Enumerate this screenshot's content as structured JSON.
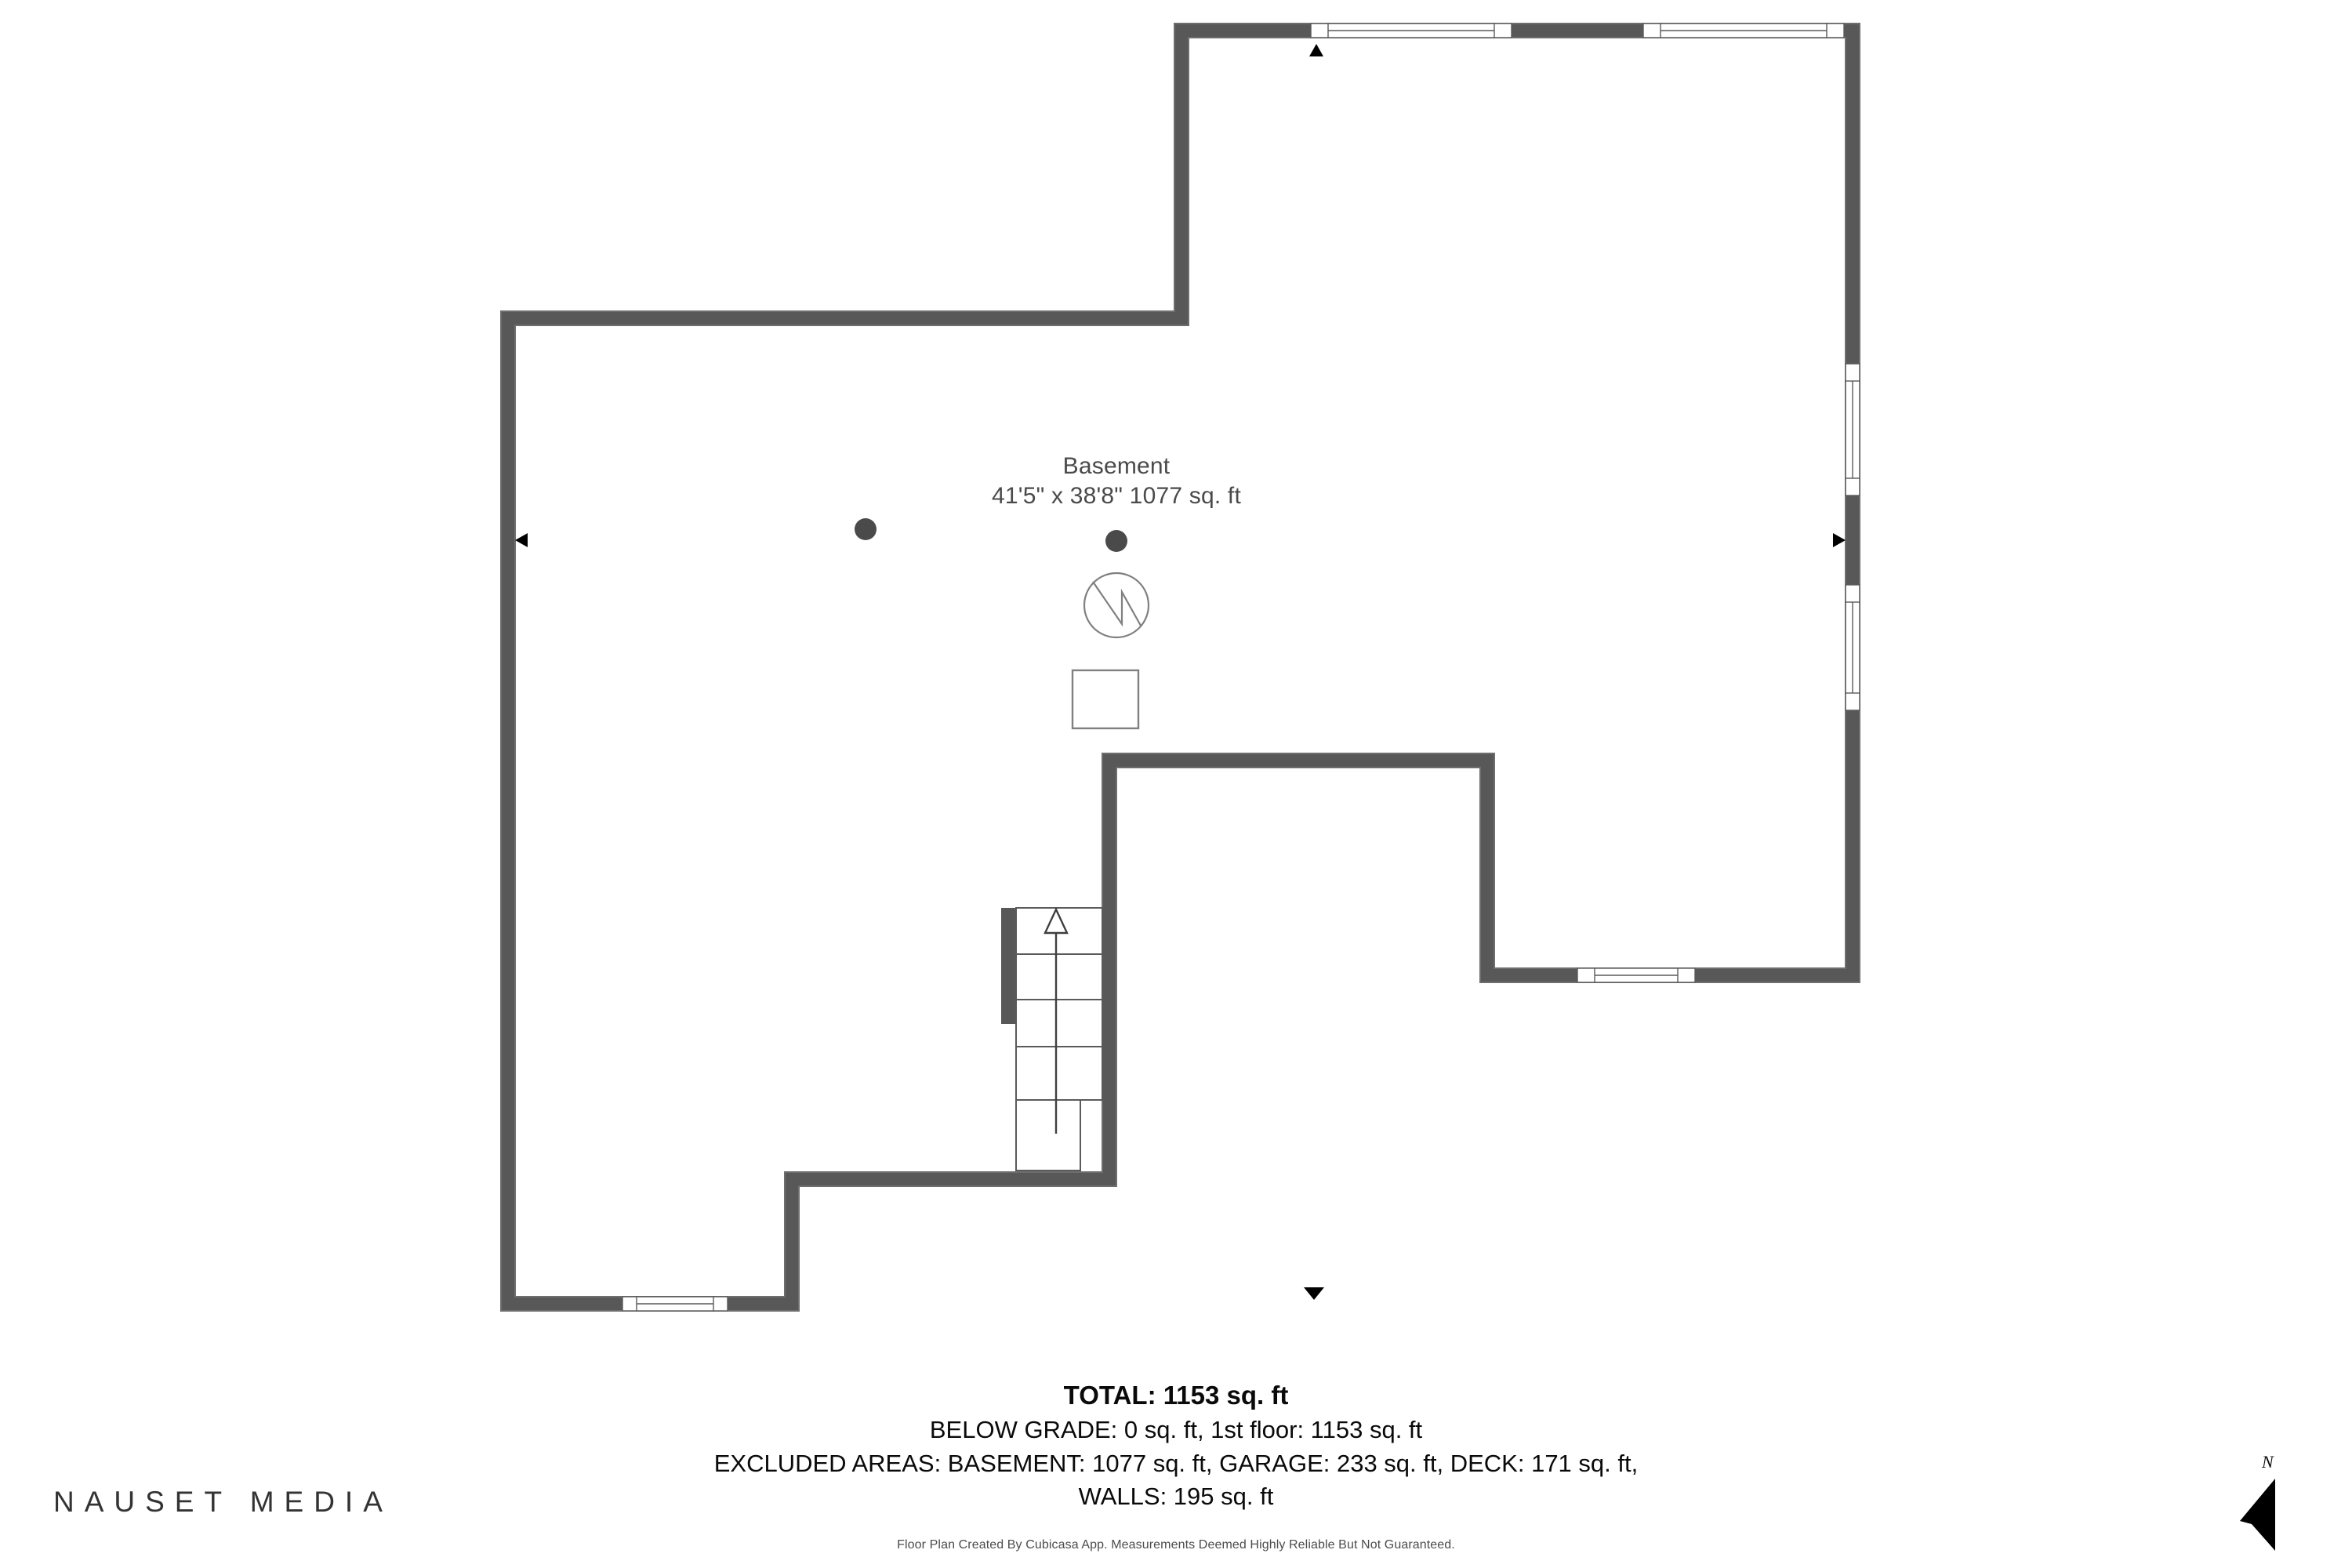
{
  "document": {
    "type": "floor-plan",
    "level_name": "Basement"
  },
  "plan": {
    "room": {
      "name": "Basement",
      "dimensions": "41'5\" x 38'8\" 1077 sq. ft",
      "width_ft": "41'5\"",
      "depth_ft": "38'8\"",
      "area": "1077 sq. ft"
    },
    "colors": {
      "wall_fill": "#585858",
      "wall_outline": "#6e6e6e",
      "floor_fill": "#ffffff",
      "window_frame": "#ffffff",
      "window_stroke": "#5a5a5a",
      "fixture_stroke": "#808080",
      "column_fill": "#4a4a4a",
      "marker_fill": "#000000",
      "label_text": "#4a4a4a"
    },
    "fixtures": [
      {
        "name": "support-column",
        "shape": "circle"
      },
      {
        "name": "support-column",
        "shape": "circle"
      },
      {
        "name": "electrical-panel",
        "shape": "circle-with-bolt"
      },
      {
        "name": "utility-square",
        "shape": "square"
      }
    ],
    "stairs": {
      "name": "staircase",
      "direction": "up",
      "treads": 6
    },
    "windows": [
      {
        "name": "window-top-left",
        "orientation": "horizontal"
      },
      {
        "name": "window-top-right",
        "orientation": "horizontal"
      },
      {
        "name": "window-right-upper",
        "orientation": "vertical"
      },
      {
        "name": "window-right-lower",
        "orientation": "vertical"
      },
      {
        "name": "window-bottom-right",
        "orientation": "horizontal"
      },
      {
        "name": "window-bottom-left",
        "orientation": "horizontal"
      }
    ],
    "markers": [
      {
        "name": "view-marker-north",
        "direction": "up"
      },
      {
        "name": "view-marker-east",
        "direction": "right"
      },
      {
        "name": "view-marker-west",
        "direction": "left"
      },
      {
        "name": "view-marker-south",
        "direction": "down"
      }
    ]
  },
  "summary": {
    "total": "TOTAL: 1153 sq. ft",
    "line_below_grade": "BELOW GRADE: 0 sq. ft, 1st floor: 1153 sq. ft",
    "line_excluded": "EXCLUDED AREAS: BASEMENT: 1077 sq. ft, GARAGE: 233 sq. ft, DECK: 171 sq. ft,",
    "line_walls": "WALLS: 195 sq. ft",
    "disclaimer": "Floor Plan Created By Cubicasa App. Measurements Deemed Highly Reliable But Not Guaranteed."
  },
  "brand": {
    "name": "NAUSET MEDIA"
  },
  "compass": {
    "label": "N"
  }
}
